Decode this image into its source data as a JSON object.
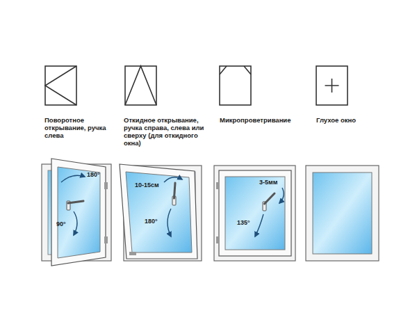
{
  "diagram": {
    "labels": [
      "Поворотное открывание, ручка слева",
      "Откидное открывание, ручка справа, слева или сверху (для откидного окна)",
      "Микропроветривание",
      "Глухое окно",
      "180°",
      "90°",
      "10-15см",
      "180°",
      "3-5мм",
      "135°"
    ]
  }
}
